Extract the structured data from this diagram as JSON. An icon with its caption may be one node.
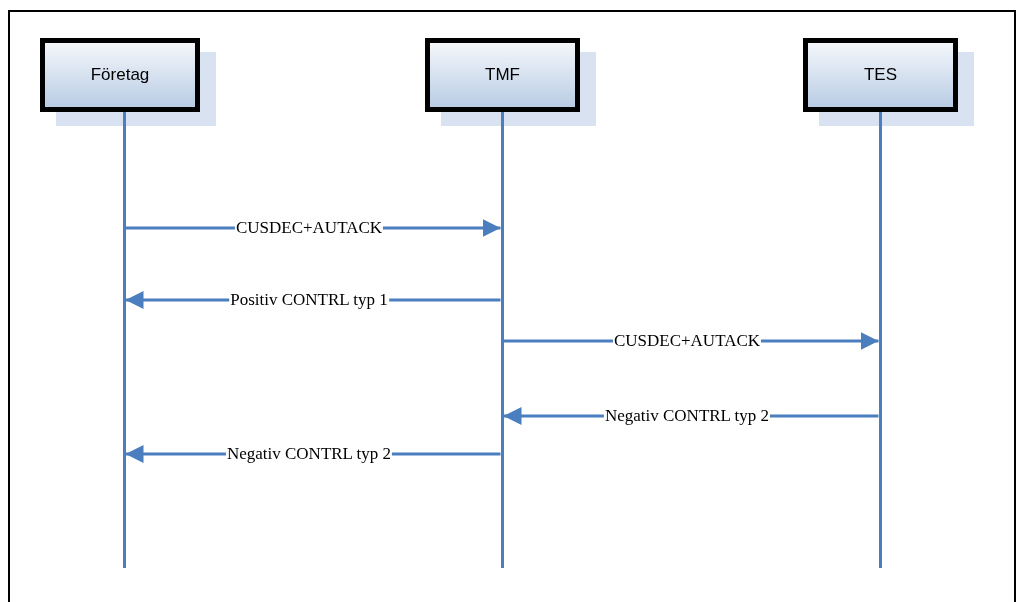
{
  "diagram": {
    "nodes": [
      {
        "text": [
          "Företag"
        ]
      },
      {
        "text": [
          "TMF"
        ]
      },
      {
        "text": [
          "TES"
        ]
      },
      {
        "text": [],
        "shape": "bar"
      },
      {
        "text": [],
        "shape": "bar"
      },
      {
        "text": [],
        "shape": "bar"
      }
    ],
    "edges": [
      {
        "from": 3,
        "to": 4,
        "arrow": "to",
        "label": "CUSDEC+AUTACK"
      },
      {
        "from": 4,
        "to": 3,
        "arrow": "to",
        "label": "Positiv CONTRL typ 1"
      },
      {
        "from": 4,
        "to": 5,
        "arrow": "to",
        "label": "CUSDEC+AUTACK"
      },
      {
        "from": 5,
        "to": 4,
        "arrow": "to",
        "label": "Negativ CONTRL typ 2"
      },
      {
        "from": 4,
        "to": 3,
        "arrow": "to",
        "label": "Negativ CONTRL typ 2"
      }
    ]
  }
}
